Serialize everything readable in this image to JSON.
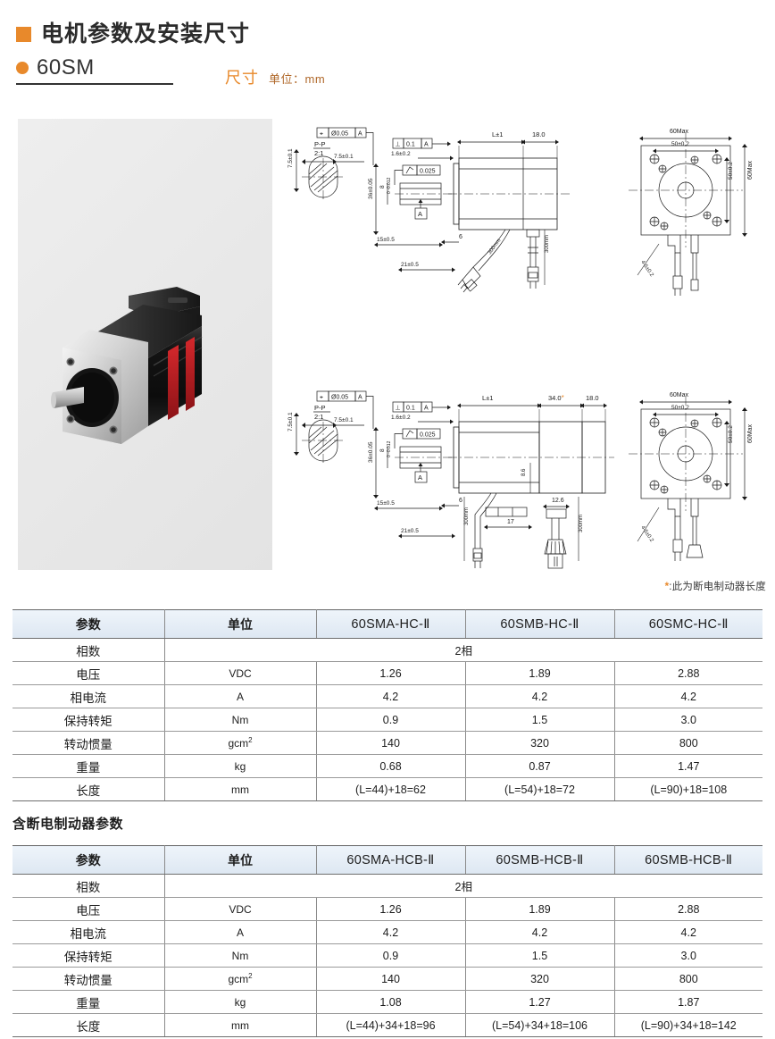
{
  "header": {
    "square_bullet_color": "#e8892b",
    "title": "电机参数及安装尺寸",
    "dot_bullet_color": "#e8892b",
    "subtitle": "60SM",
    "dimension_label": "尺寸",
    "unit_label": "单位：mm"
  },
  "photo": {
    "caption": "60SM stepper motor product photo"
  },
  "drawings": {
    "footnote_star": "*",
    "footnote_text": ":此为断电制动器长度",
    "top": {
      "gdt_position": "⌖ Ø0.05 A",
      "gdt_perpendicular": "⊥ 0.1 A",
      "gdt_surface": "0.025",
      "datum_a": "A",
      "section_label": "P-P",
      "section_scale": "2:1",
      "shaft_flat_v": "7.5±0.1",
      "shaft_flat_h": "7.5±0.1",
      "flange_sq": "36±0.05",
      "shaft_dia": "8",
      "shaft_tol": "0 -0.012",
      "dim_15": "15±0.5",
      "dim_21": "21±0.5",
      "dim_16": "1.6±0.2",
      "dim_6": "6",
      "dim_L": "L±1",
      "dim_18": "18.0",
      "cable_len_1": "300mm",
      "cable_len_2": "300mm",
      "face_max_w": "60Max",
      "face_bolt_w": "50±0.2",
      "face_max_h": "60Max",
      "face_bolt_h": "50±0.2",
      "hole_callout": "4-5±0.2"
    },
    "bottom": {
      "gdt_position": "⌖ Ø0.05 A",
      "gdt_perpendicular": "⊥ 0.1 A",
      "gdt_surface": "0.025",
      "datum_a": "A",
      "section_label": "P-P",
      "section_scale": "2:1",
      "shaft_flat_v": "7.5±0.1",
      "shaft_flat_h": "7.5±0.1",
      "flange_sq": "36±0.05",
      "shaft_dia": "8",
      "shaft_tol": "0 -0.012",
      "dim_15": "15±0.5",
      "dim_21": "21±0.5",
      "dim_16": "1.6±0.2",
      "dim_6": "6",
      "dim_L": "L±1",
      "dim_brake": "34.0",
      "dim_brake_star": "*",
      "dim_18": "18.0",
      "dim_86": "8.6",
      "dim_17": "17",
      "dim_126": "12.6",
      "cable_len_1": "300mm",
      "cable_len_2": "300mm",
      "face_max_w": "60Max",
      "face_bolt_w": "50±0.2",
      "face_max_h": "60Max",
      "face_bolt_h": "50±0.2",
      "hole_callout": "4-5±0.2"
    }
  },
  "table1": {
    "headers": [
      "参数",
      "单位",
      "60SMA-HC-Ⅱ",
      "60SMB-HC-Ⅱ",
      "60SMC-HC-Ⅱ"
    ],
    "phase_label": "相数",
    "phase_value": "2相",
    "rows": [
      {
        "param": "电压",
        "unit": "VDC",
        "values": [
          "1.26",
          "1.89",
          "2.88"
        ]
      },
      {
        "param": "相电流",
        "unit": "A",
        "values": [
          "4.2",
          "4.2",
          "4.2"
        ]
      },
      {
        "param": "保持转矩",
        "unit": "Nm",
        "values": [
          "0.9",
          "1.5",
          "3.0"
        ]
      },
      {
        "param": "转动惯量",
        "unit": "gcm2",
        "values": [
          "140",
          "320",
          "800"
        ]
      },
      {
        "param": "重量",
        "unit": "kg",
        "values": [
          "0.68",
          "0.87",
          "1.47"
        ]
      },
      {
        "param": "长度",
        "unit": "mm",
        "values": [
          "(L=44)+18=62",
          "(L=54)+18=72",
          "(L=90)+18=108"
        ]
      }
    ]
  },
  "section2_title": "含断电制动器参数",
  "table2": {
    "headers": [
      "参数",
      "单位",
      "60SMA-HCB-Ⅱ",
      "60SMB-HCB-Ⅱ",
      "60SMB-HCB-Ⅱ"
    ],
    "phase_label": "相数",
    "phase_value": "2相",
    "rows": [
      {
        "param": "电压",
        "unit": "VDC",
        "values": [
          "1.26",
          "1.89",
          "2.88"
        ]
      },
      {
        "param": "相电流",
        "unit": "A",
        "values": [
          "4.2",
          "4.2",
          "4.2"
        ]
      },
      {
        "param": "保持转矩",
        "unit": "Nm",
        "values": [
          "0.9",
          "1.5",
          "3.0"
        ]
      },
      {
        "param": "转动惯量",
        "unit": "gcm2",
        "values": [
          "140",
          "320",
          "800"
        ]
      },
      {
        "param": "重量",
        "unit": "kg",
        "values": [
          "1.08",
          "1.27",
          "1.87"
        ]
      },
      {
        "param": "长度",
        "unit": "mm",
        "values": [
          "(L=44)+34+18=96",
          "(L=54)+34+18=106",
          "(L=90)+34+18=142"
        ]
      }
    ]
  }
}
